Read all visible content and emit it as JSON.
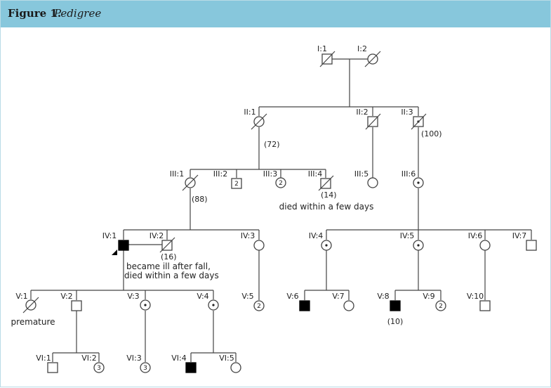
{
  "figure": {
    "label": "Figure 1.",
    "title": "Pedigree"
  },
  "gen1": {
    "i1": "I:1",
    "i2": "I:2"
  },
  "gen2": {
    "ii1": "II:1",
    "ii2": "II:2",
    "ii3": "II:3",
    "ii1_age": "(72)",
    "ii3_age": "(100)"
  },
  "gen3": {
    "iii1": "III:1",
    "iii2": "III:2",
    "iii3": "III:3",
    "iii4": "III:4",
    "iii5": "III:5",
    "iii6": "III:6",
    "iii1_age": "(88)",
    "iii2_count": "2",
    "iii3_count": "2",
    "iii4_age": "(14)",
    "iii4_note": "died within a few days"
  },
  "gen4": {
    "iv1": "IV:1",
    "iv2": "IV:2",
    "iv3": "IV:3",
    "iv4": "IV:4",
    "iv5": "IV:5",
    "iv6": "IV:6",
    "iv7": "IV:7",
    "iv2_age": "(16)",
    "iv2_note1": "became ill after fall,",
    "iv2_note2": "died within a few days"
  },
  "gen5": {
    "v1": "V:1",
    "v2": "V:2",
    "v3": "V:3",
    "v4": "V:4",
    "v5": "V:5",
    "v6": "V:6",
    "v7": "V:7",
    "v8": "V:8",
    "v9": "V:9",
    "v10": "V:10",
    "v1_note": "premature",
    "v5_count": "2",
    "v8_age": "(10)",
    "v9_count": "2"
  },
  "gen6": {
    "vi1": "VI:1",
    "vi2": "VI:2",
    "vi3": "VI:3",
    "vi4": "VI:4",
    "vi5": "VI:5",
    "vi2_count": "3",
    "vi3_count": "3"
  },
  "colors": {
    "header": "#87c7dc",
    "line": "#444444",
    "affected": "#000000"
  }
}
